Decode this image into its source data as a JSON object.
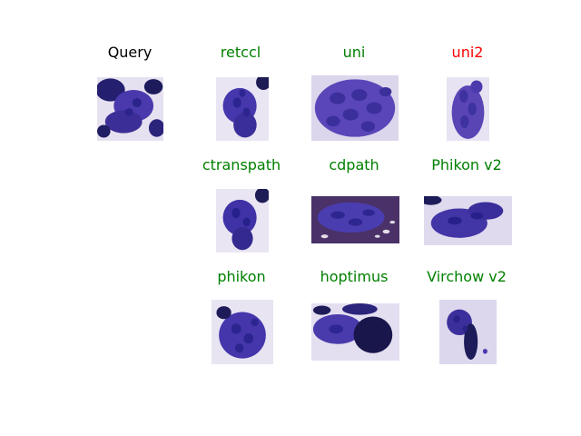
{
  "colors": {
    "match_label": "#008000",
    "miss_label": "#ff0000",
    "query_label": "#000000",
    "stain_dark": "#1f1d6e",
    "stain_mid": "#4b39b0",
    "stain_light": "#8f7fd0",
    "background_light": "#e7e2f1"
  },
  "query": {
    "label": "Query"
  },
  "results": [
    {
      "label": "retccl",
      "correct": true
    },
    {
      "label": "uni",
      "correct": true
    },
    {
      "label": "uni2",
      "correct": false
    },
    {
      "label": "ctranspath",
      "correct": true
    },
    {
      "label": "cdpath",
      "correct": true
    },
    {
      "label": "Phikon v2",
      "correct": true
    },
    {
      "label": "phikon",
      "correct": true
    },
    {
      "label": "hoptimus",
      "correct": true
    },
    {
      "label": "Virchow v2",
      "correct": true
    }
  ]
}
